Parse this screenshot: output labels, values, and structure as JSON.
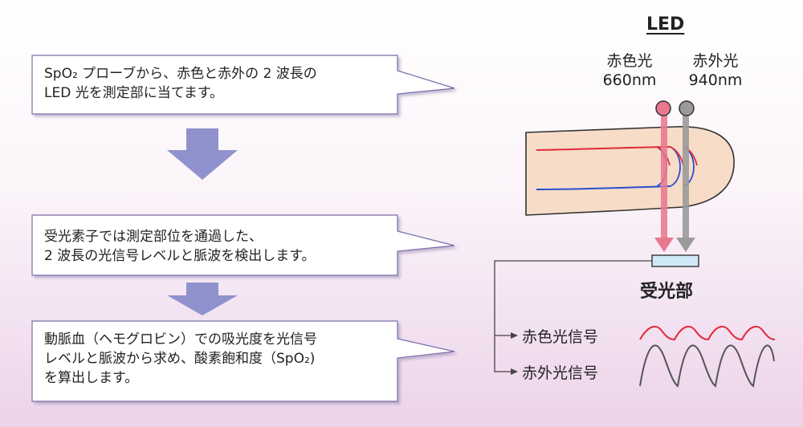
{
  "steps": [
    {
      "line1": "SpO₂ プローブから、赤色と赤外の 2 波長の",
      "line2": "LED 光を測定部に当てます。",
      "line3": ""
    },
    {
      "line1": "受光素子では測定部位を通過した、",
      "line2": "2 波長の光信号レベルと脈波を検出します。",
      "line3": ""
    },
    {
      "line1": "動脈血（ヘモグロビン）での吸光度を光信号",
      "line2": "レベルと脈波から求め、酸素飽和度（SpO₂)",
      "line3": "を算出します。"
    }
  ],
  "led": {
    "title": "LED",
    "red": {
      "name": "赤色光",
      "wavelength": "660nm"
    },
    "ir": {
      "name": "赤外光",
      "wavelength": "940nm"
    }
  },
  "receiver": {
    "label": "受光部"
  },
  "signals": {
    "red_label": "赤色光信号",
    "ir_label": "赤外光信号"
  },
  "colors": {
    "red_light": "#e8788e",
    "ir_light": "#9a9a9a",
    "red_signal": "#e02a3a",
    "ir_signal": "#555555",
    "arrow": "#8f92cc",
    "skin": "#f7dcc8"
  }
}
